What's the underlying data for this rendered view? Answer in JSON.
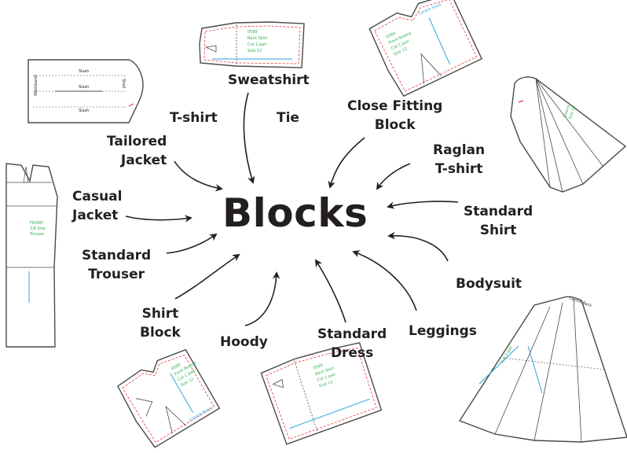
{
  "title": "Blocks",
  "colors": {
    "text": "#231f20",
    "outline": "#4a4a4a",
    "arrow": "#231f20",
    "pattern_text": "#2bb24c",
    "guide": "#29a6e0",
    "seam": "#e8383d"
  },
  "labels": [
    {
      "lines": [
        "Sweatshirt"
      ]
    },
    {
      "lines": [
        "T-shirt"
      ]
    },
    {
      "lines": [
        "Tie"
      ]
    },
    {
      "lines": [
        "Close Fitting",
        "Block"
      ]
    },
    {
      "lines": [
        "Tailored",
        "Jacket"
      ]
    },
    {
      "lines": [
        "Raglan",
        "T-shirt"
      ]
    },
    {
      "lines": [
        "Casual",
        "Jacket"
      ]
    },
    {
      "lines": [
        "Standard",
        "Shirt"
      ]
    },
    {
      "lines": [
        "Standard",
        "Trouser"
      ]
    },
    {
      "lines": [
        "Bodysuit"
      ]
    },
    {
      "lines": [
        "Shirt",
        "Block"
      ]
    },
    {
      "lines": [
        "Hoody"
      ]
    },
    {
      "lines": [
        "Standard",
        "Dress"
      ]
    },
    {
      "lines": [
        "Leggings"
      ]
    }
  ],
  "pattern_pieces": {
    "back_skirt": [
      "0589",
      "Back Skirt",
      "Cut 1 pair",
      "Size 12"
    ],
    "front_bodice": [
      "0589",
      "Front Bodice",
      "Cut 1 pair",
      "Size 12"
    ],
    "front_bodice_fold": "Centre Front",
    "tie": [
      "Slash",
      "Slash",
      "Slash"
    ],
    "tie_side": "Waistband",
    "tie_end": "Shell",
    "trouser": [
      "FRONT",
      "1/6 Size",
      "Trouser"
    ],
    "shirt_block": [
      "0589",
      "Front Bodice",
      "Cut 1 pair",
      "Size 12"
    ],
    "shirt_block_fold": "Centre Front",
    "hood": [
      "Sleeve",
      "Size 12"
    ],
    "skirt": "Centre Back",
    "skirt_panel": "Cut 2 pair",
    "bottom_skirt": [
      "0589",
      "Back Skirt",
      "Cut 1 pair",
      "Size 12"
    ]
  }
}
